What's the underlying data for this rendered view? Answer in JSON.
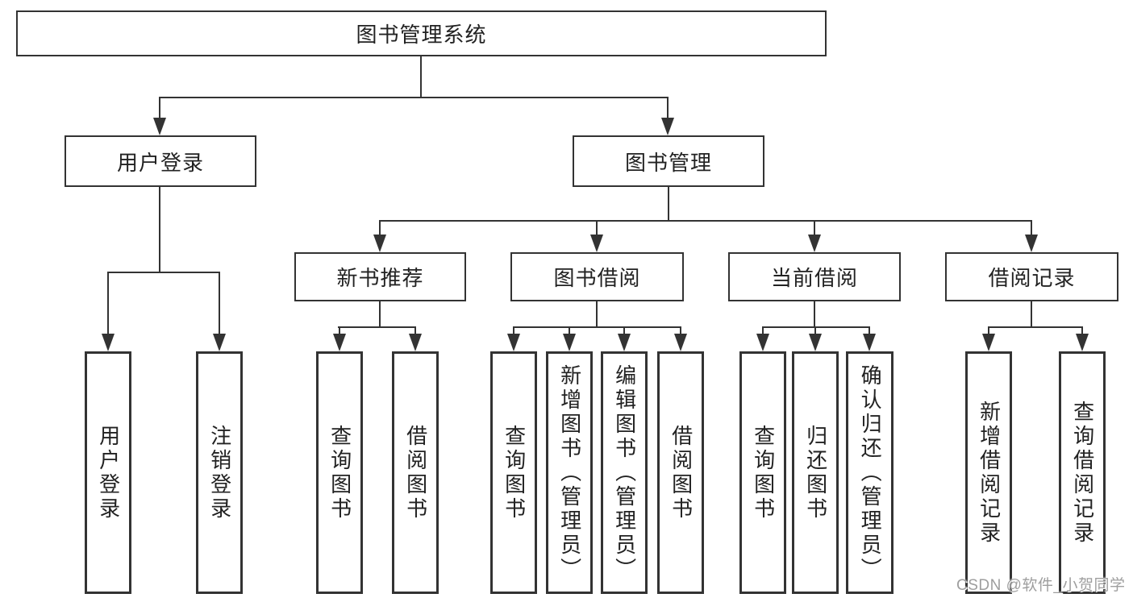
{
  "tree": {
    "root": {
      "label": "图书管理系统"
    },
    "branches": [
      {
        "label": "用户登录",
        "children": [
          {
            "label": "用户登录"
          },
          {
            "label": "注销登录"
          }
        ]
      },
      {
        "label": "图书管理",
        "children": [
          {
            "label": "新书推荐",
            "children": [
              {
                "label": "查询图书"
              },
              {
                "label": "借阅图书"
              }
            ]
          },
          {
            "label": "图书借阅",
            "children": [
              {
                "label": "查询图书"
              },
              {
                "label": "新增图书（管理员）"
              },
              {
                "label": "编辑图书（管理员）"
              },
              {
                "label": "借阅图书"
              }
            ]
          },
          {
            "label": "当前借阅",
            "children": [
              {
                "label": "查询图书"
              },
              {
                "label": "归还图书"
              },
              {
                "label": "确认归还（管理员）"
              }
            ]
          },
          {
            "label": "借阅记录",
            "children": [
              {
                "label": "新增借阅记录"
              },
              {
                "label": "查询借阅记录"
              }
            ]
          }
        ]
      }
    ]
  },
  "watermark": {
    "text": "CSDN @软件_小贺同学"
  },
  "colors": {
    "line": "#333333",
    "text": "#222222",
    "watermark": "#9e9e9e",
    "background": "#ffffff"
  }
}
